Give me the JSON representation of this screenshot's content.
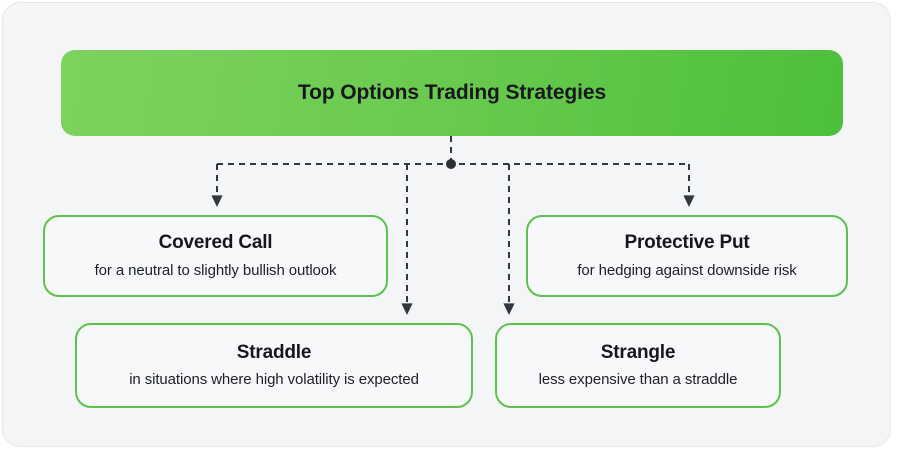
{
  "diagram": {
    "type": "flowchart",
    "root": {
      "label": "Top Options Trading Strategies"
    },
    "nodes": [
      {
        "id": "covered-call",
        "title": "Covered Call",
        "subtitle": "for a neutral to slightly bullish outlook"
      },
      {
        "id": "straddle",
        "title": "Straddle",
        "subtitle": "in situations where high volatility is expected"
      },
      {
        "id": "strangle",
        "title": "Strangle",
        "subtitle": "less expensive than a straddle"
      },
      {
        "id": "protective-put",
        "title": "Protective Put",
        "subtitle": "for hedging against downside risk"
      }
    ],
    "colors": {
      "header_gradient_start": "#7ed25e",
      "header_gradient_end": "#4cbf3c",
      "node_border": "#5cc24b",
      "node_fill": "#f7f8fa",
      "page_background": "#f4f5f7",
      "connector": "#33363d",
      "title_text": "#16181c"
    }
  }
}
